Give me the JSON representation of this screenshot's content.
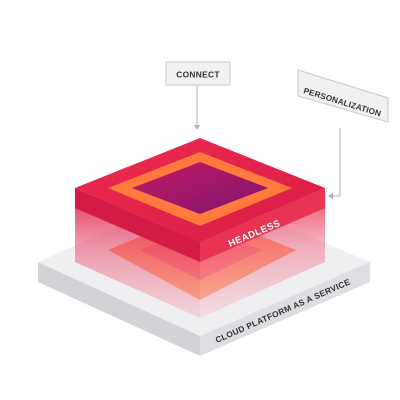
{
  "labels": {
    "connect": "CONNECT",
    "personalization": "PERSONALIZATION",
    "headless": "HEADLESS",
    "platform": "CLOUD PLATFORM AS A SERVICE"
  },
  "colors": {
    "platform_top": "#ececee",
    "platform_left": "#d2d2d6",
    "platform_right": "#dddde1",
    "platform_text": "#333333",
    "cube_top": "#e6224a",
    "cube_orange": "#ff7a3c",
    "cube_inner": "#a0186a",
    "cube_side_left": "#d81c48",
    "cube_side_right": "#ec3a56",
    "headless_text": "#ffffff",
    "callout_bg": "#f1f1f3",
    "callout_border": "#c9c9cd",
    "callout_text": "#333333",
    "connector": "#b0b0b4"
  }
}
